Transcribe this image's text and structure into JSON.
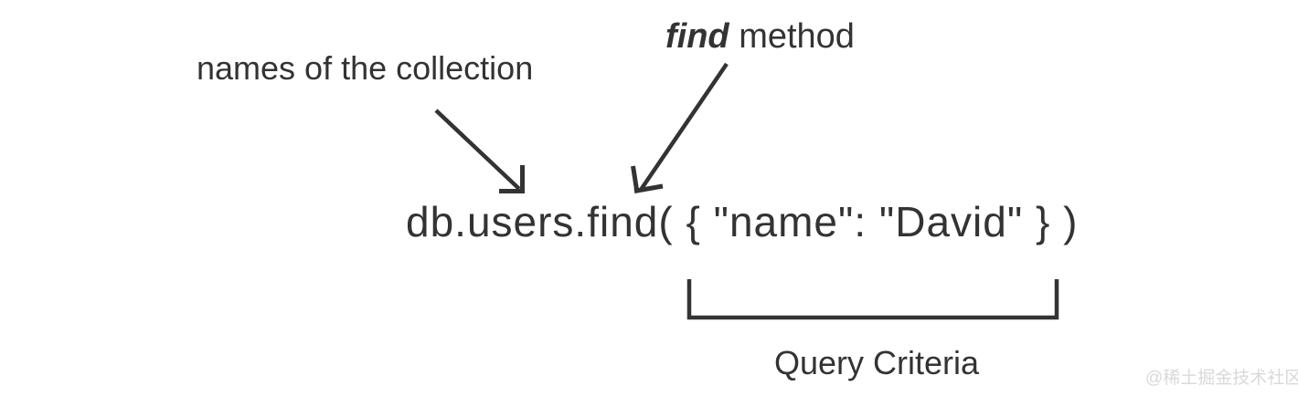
{
  "colors": {
    "ink": "#333333",
    "watermark": "#d9d9d9",
    "background": "#ffffff"
  },
  "annotations": {
    "method_label": {
      "bold": "find",
      "rest": " method"
    },
    "collection_label": "names of the collection",
    "query_criteria_label": "Query Criteria"
  },
  "code": {
    "text": "db.users.find( { \"name\": \"David\" } )"
  },
  "watermark": {
    "text": "@稀土掘金技术社区"
  }
}
